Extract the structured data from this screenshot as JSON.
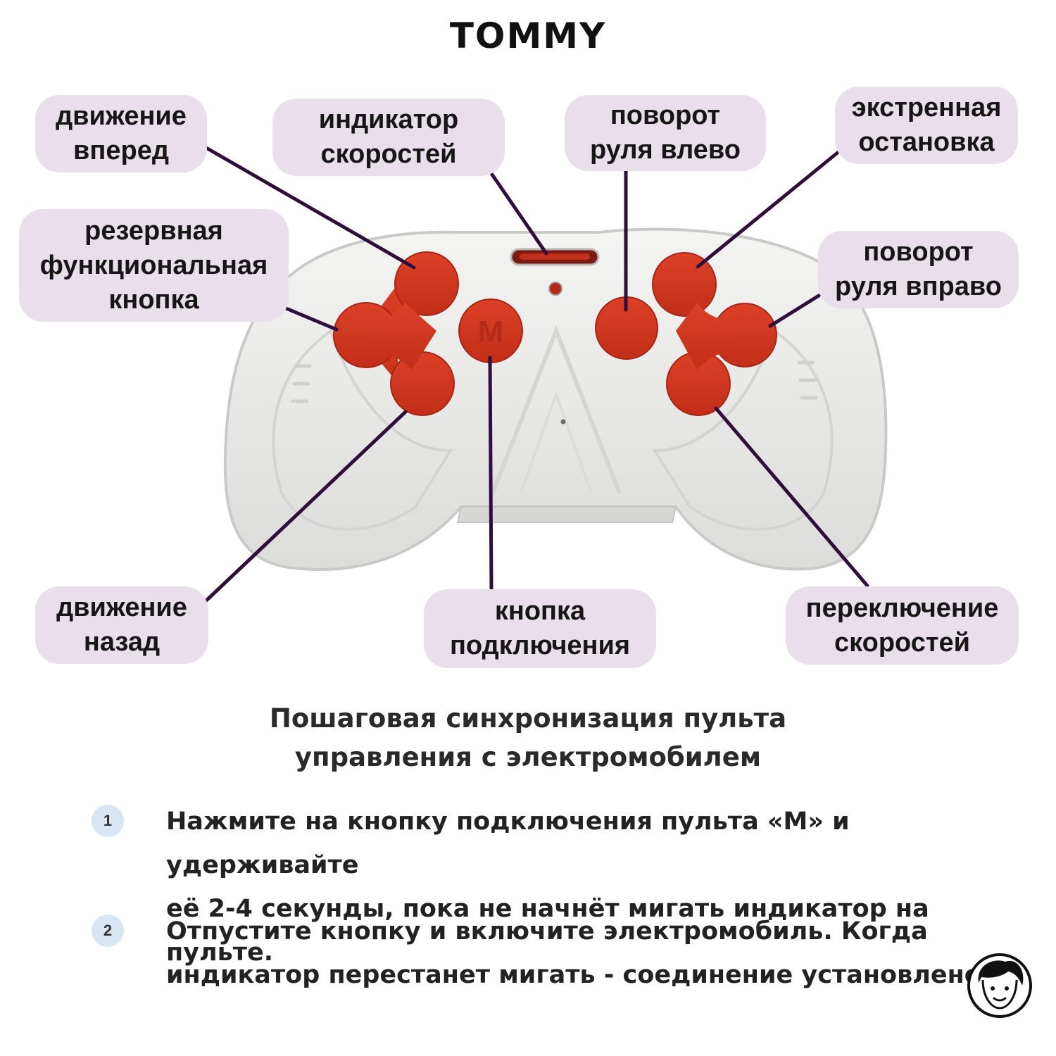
{
  "brand": {
    "name": "TOMMY"
  },
  "labels": {
    "forward": "движение\nвперед",
    "speed_indicator": "индикатор\nскоростей",
    "steer_left": "поворот\nруля влево",
    "emergency_stop": "экстренная\nостановка",
    "reserve_button": "резервная\nфункциональная\nкнопка",
    "steer_right": "поворот\nруля вправо",
    "backward": "движение\nназад",
    "connect_button": "кнопка\nподключения",
    "speed_switch": "переключение\nскоростей"
  },
  "remote": {
    "connect_key_letter": "M"
  },
  "instructions": {
    "title": "Пошаговая синхронизация пульта\nуправления с электромобилем",
    "steps": [
      {
        "num": "1",
        "text": "Нажмите на кнопку подключения пульта «М» и удерживайте\nеё  2-4 секунды, пока не начнёт мигать индикатор на пульте."
      },
      {
        "num": "2",
        "text": "Отпустите кнопку и включите электромобиль. Когда\nиндикатор перестанет мигать - соединение установлено."
      }
    ]
  },
  "colors": {
    "label_bg": "#e9dfea",
    "leader_line": "#2e0f3a",
    "button_red": "#d1361f",
    "remote_body": "#ebebea",
    "badge_bg": "#d9e6f2"
  }
}
